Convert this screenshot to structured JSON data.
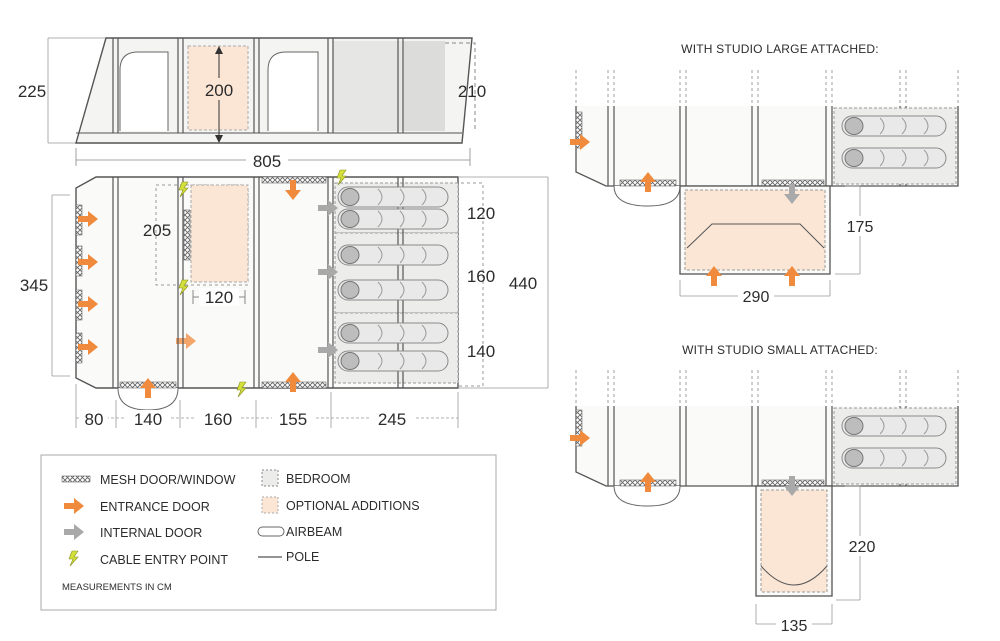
{
  "side_view": {
    "height_left": "225",
    "height_optional": "200",
    "height_right": "210",
    "total_length": "805"
  },
  "floor_plan": {
    "width_left": "345",
    "optional_width": "205",
    "optional_depth": "120",
    "bedroom_1": "120",
    "bedroom_2": "160",
    "bedroom_3": "140",
    "total_width": "440",
    "seg_1": "80",
    "seg_2": "140",
    "seg_3": "160",
    "seg_4": "155",
    "seg_5": "245"
  },
  "studio_large": {
    "heading": "WITH STUDIO LARGE ATTACHED:",
    "depth": "175",
    "width": "290"
  },
  "studio_small": {
    "heading": "WITH STUDIO SMALL ATTACHED:",
    "depth": "220",
    "width": "135"
  },
  "legend": {
    "items": [
      {
        "label": "MESH DOOR/WINDOW",
        "icon": "mesh-icon"
      },
      {
        "label": "ENTRANCE DOOR",
        "icon": "orange-arrow-icon"
      },
      {
        "label": "INTERNAL DOOR",
        "icon": "grey-arrow-icon"
      },
      {
        "label": "CABLE ENTRY POINT",
        "icon": "lightning-icon"
      },
      {
        "label": "BEDROOM",
        "icon": "bedroom-swatch-icon"
      },
      {
        "label": "OPTIONAL ADDITIONS",
        "icon": "optional-swatch-icon"
      },
      {
        "label": "AIRBEAM",
        "icon": "airbeam-icon"
      },
      {
        "label": "POLE",
        "icon": "pole-icon"
      }
    ],
    "note": "MEASUREMENTS IN CM"
  },
  "colors": {
    "outline": "#555555",
    "bedroom_fill": "#ececea",
    "optional_fill": "#fbe6d6",
    "entrance_arrow": "#f08a3c",
    "internal_arrow": "#a6a6a6",
    "cable": "#d6e23a"
  }
}
